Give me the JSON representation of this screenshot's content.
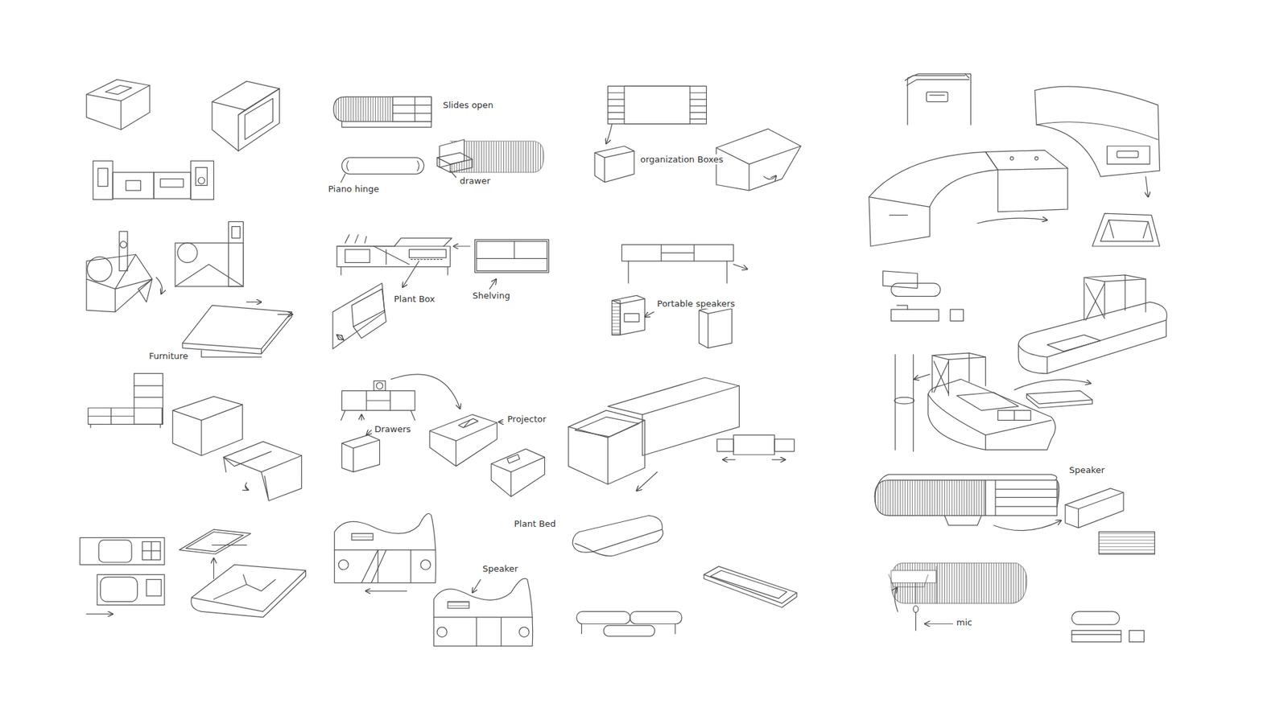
{
  "diagram": {
    "labels": [
      "Slides open",
      "Piano hinge",
      "drawer",
      "organization Boxes",
      "Furniture",
      "Plant Box",
      "Shelving",
      "Portable speakers",
      "Drawers",
      "Projector",
      "Plant Bed",
      "Speaker",
      "Speaker",
      "mic"
    ]
  }
}
